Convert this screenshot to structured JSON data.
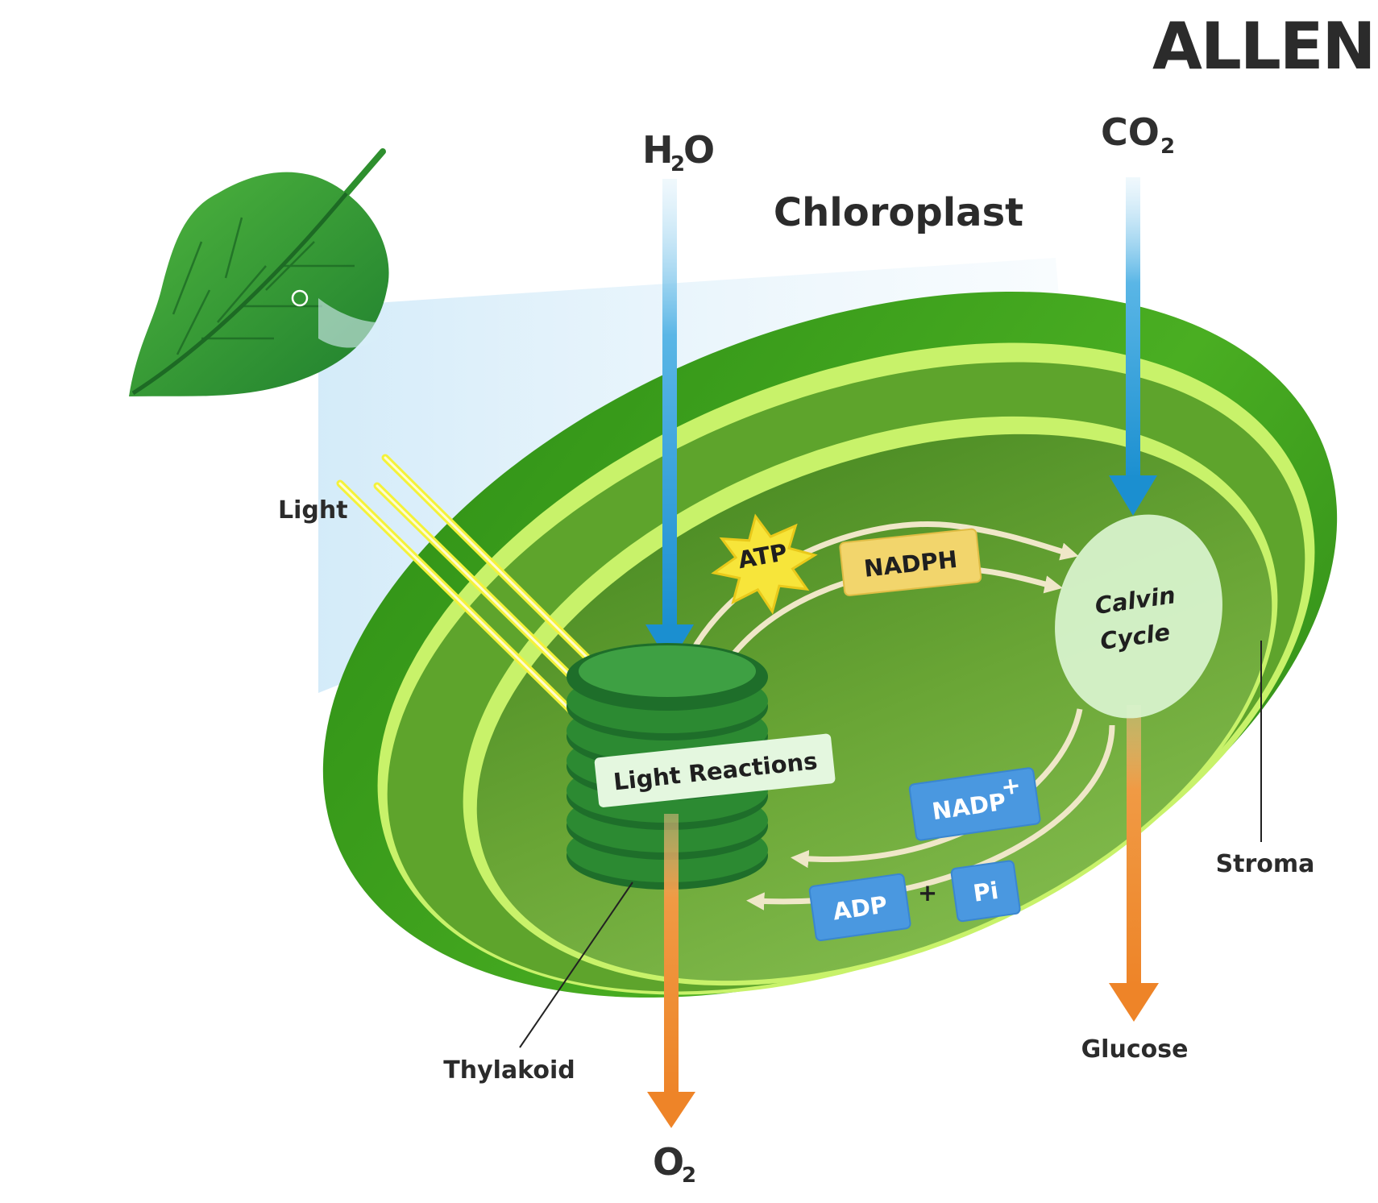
{
  "logo": "ALLEN",
  "title": "Chloroplast",
  "inputs": {
    "water": {
      "main": "H",
      "sub": "2",
      "tail": "O"
    },
    "carbon_dioxide": {
      "main": "CO",
      "sub": "2"
    }
  },
  "outputs": {
    "oxygen": {
      "main": "O",
      "sub": "2"
    },
    "glucose": "Glucose"
  },
  "labels": {
    "light": "Light",
    "thylakoid": "Thylakoid",
    "stroma": "Stroma"
  },
  "processes": {
    "light_reactions": "Light Reactions",
    "calvin_line1": "Calvin",
    "calvin_line2": "Cycle"
  },
  "molecules": {
    "atp": "ATP",
    "nadph": "NADPH",
    "nadp": {
      "main": "NADP",
      "sup": "+"
    },
    "adp": "ADP",
    "plus": "+",
    "pi": "Pi"
  },
  "colors": {
    "chloroplast_outer": "#3ea21c",
    "membrane": "#c8f26a",
    "stroma": "#6aa636",
    "thylakoid": "#2e8a2e",
    "input_arrow": "#1e96d6",
    "output_arrow": "#f08a2c",
    "molecule_box": "#4a98e0",
    "nadph_box": "#f2d56c",
    "atp_star": "#f7e53a",
    "light_beam": "#f4f23a"
  }
}
